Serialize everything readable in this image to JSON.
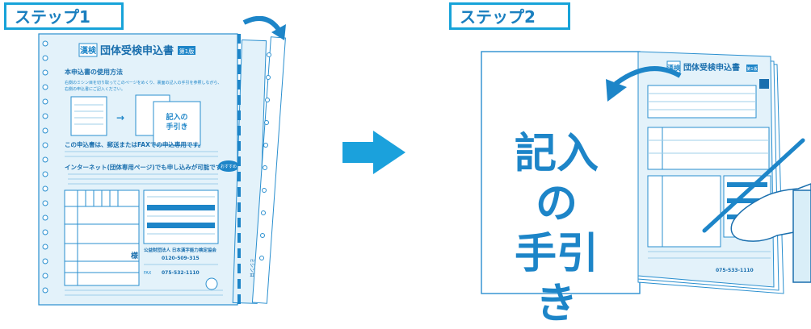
{
  "step1": {
    "label": "ステップ1",
    "form": {
      "logo": "漢検",
      "title": "団体受検申込書",
      "badge": "第1版",
      "howto_heading": "本申込書の使用方法",
      "howto_text_1": "右側のミシン目を切り取ってこのページをめくり、裏面の記入の手引を参照しながら、",
      "howto_text_2": "右側の申込書にご記入ください。",
      "callout": "記入の手引き",
      "mail_notice": "この申込書は、郵送またはFAXでの申込専用です。",
      "internet_notice": "インターネット(団体専用ページ)でも申し込みが可能です。",
      "recommend_badge": "おすすめ",
      "stamp_char": "様",
      "org_name": "公益財団法人 日本漢字能力検定協会",
      "free_dial": "0120-509-315",
      "fax_label": "FAX",
      "fax_number": "075-532-1110",
      "perforation_label": "ミシン目"
    }
  },
  "arrow_label": "",
  "step2": {
    "label": "ステップ2",
    "guide_text": "記入の手引き",
    "form": {
      "logo": "漢検",
      "title": "団体受検申込書",
      "badge": "第1版",
      "fax_number": "075-533-1110"
    }
  },
  "colors": {
    "accent": "#17a3d9",
    "accent_dark": "#1d85c8",
    "form_bg": "#d9eef8",
    "line": "#2a8fcf"
  }
}
